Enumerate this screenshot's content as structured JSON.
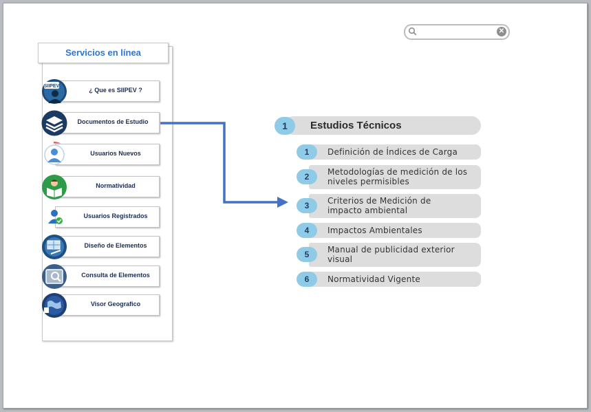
{
  "panel": {
    "title": "Servicios en línea",
    "items": [
      {
        "label": "¿ Que es SIIPEV ?",
        "icon": "siipev-icon",
        "icon_text": "SIIPEV"
      },
      {
        "label": "Documentos de Estudio",
        "icon": "documents-stack-icon"
      },
      {
        "label": "Usuarios Nuevos",
        "icon": "new-user-icon"
      },
      {
        "label": "Normatividad",
        "icon": "reading-person-icon"
      },
      {
        "label": "Usuarios Registrados",
        "icon": "registered-user-icon"
      },
      {
        "label": "Diseño de  Elementos",
        "icon": "design-elements-icon"
      },
      {
        "label": "Consulta de Elementos",
        "icon": "query-elements-icon"
      },
      {
        "label": "Visor Geografico",
        "icon": "geo-viewer-icon"
      }
    ]
  },
  "search": {
    "value": "",
    "placeholder": ""
  },
  "studies": {
    "number": "1",
    "title": "Estudios Técnicos",
    "items": [
      {
        "num": "1",
        "line1": "Definición de Índices de Carga",
        "line2": ""
      },
      {
        "num": "2",
        "line1": "Metodologías de medición de los",
        "line2": "niveles permisibles"
      },
      {
        "num": "3",
        "line1": "Criterios de Medición de",
        "line2": "impacto ambiental"
      },
      {
        "num": "4",
        "line1": "Impactos Ambientales",
        "line2": ""
      },
      {
        "num": "5",
        "line1": "Manual de publicidad exterior",
        "line2": "visual"
      },
      {
        "num": "6",
        "line1": "Normatividad Vigente",
        "line2": ""
      }
    ]
  },
  "colors": {
    "title_blue": "#2e74d4",
    "connector_blue": "#4472c4",
    "number_badge": "#8fcbe6",
    "item_bar": "#dddddd",
    "icon_navy": "#1c3b63"
  }
}
